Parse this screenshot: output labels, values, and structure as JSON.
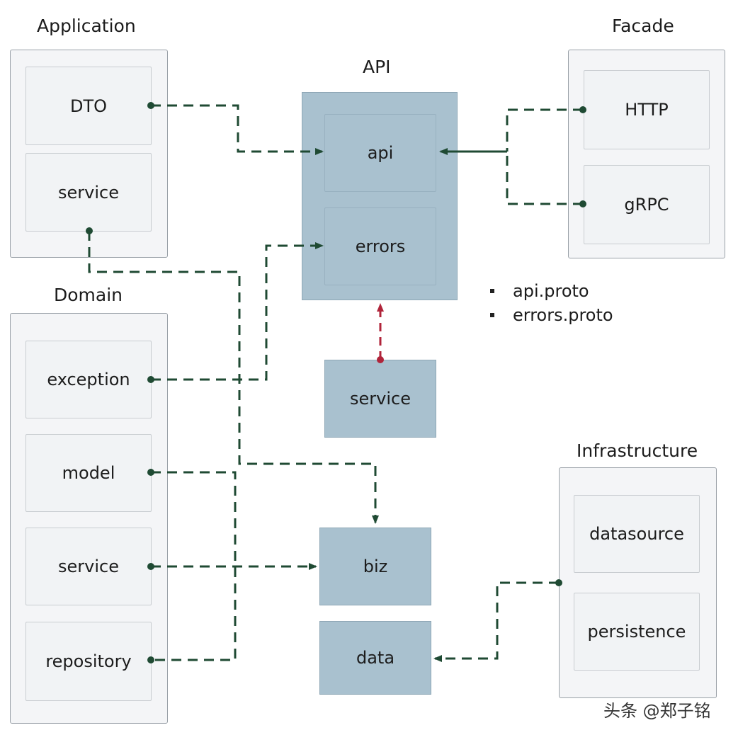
{
  "groups": {
    "application": {
      "title": "Application",
      "items": [
        "DTO",
        "service"
      ]
    },
    "api": {
      "title": "API",
      "items": [
        "api",
        "errors"
      ]
    },
    "facade": {
      "title": "Facade",
      "items": [
        "HTTP",
        "gRPC"
      ]
    },
    "domain": {
      "title": "Domain",
      "items": [
        "exception",
        "model",
        "service",
        "repository"
      ]
    },
    "infrastructure": {
      "title": "Infrastructure",
      "items": [
        "datasource",
        "persistence"
      ]
    }
  },
  "boxes": {
    "service": "service",
    "biz": "biz",
    "data": "data"
  },
  "notes": [
    "api.proto",
    "errors.proto"
  ],
  "watermark": "头条 @郑子铭",
  "colors": {
    "connector": "#1f4a33",
    "highlight": "#b0243a",
    "box_fill": "#a9c1cf"
  }
}
